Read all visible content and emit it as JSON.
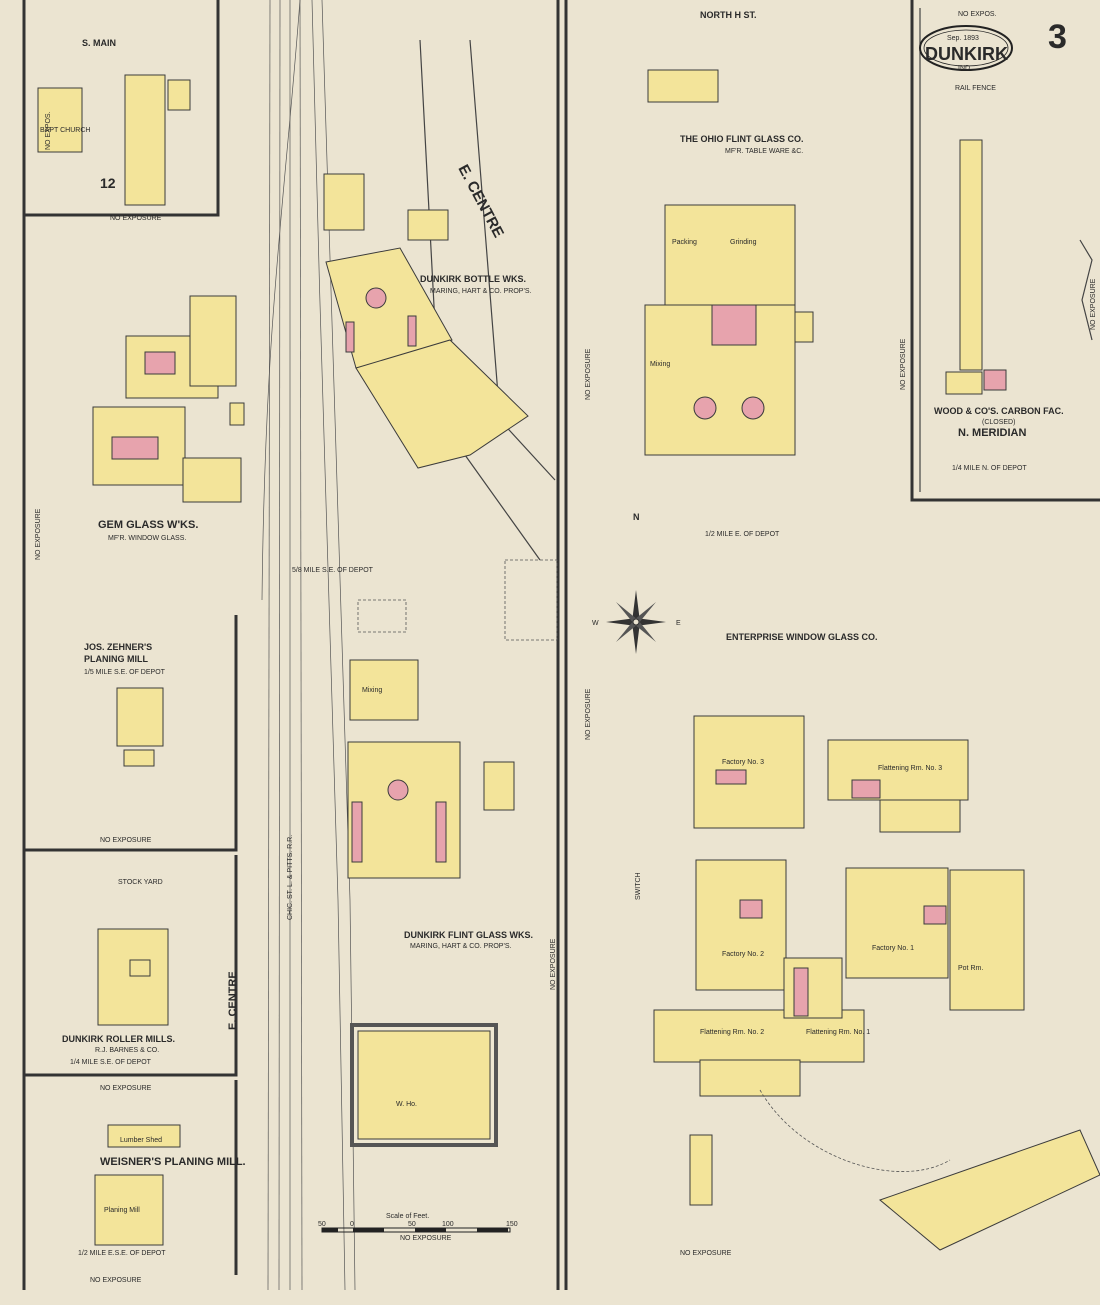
{
  "title_block": {
    "date": "Sep. 1893",
    "city": "DUNKIRK",
    "state": "IND.",
    "sheet_number": "3"
  },
  "streets": {
    "north_h": "NORTH H ST.",
    "s_main": "S. MAIN",
    "e_centre_top": "E. CENTRE",
    "e_centre_bottom": "E. CENTRE",
    "n_meridian": "N. MERIDIAN",
    "rail_fence": "RAIL FENCE",
    "rr_label": "CHIC. ST. L. & PITTS. R.R.",
    "switch": "SWITCH"
  },
  "buildings": {
    "bapt_church": "BAPT CHURCH",
    "block_number": "12",
    "gem_glass": "GEM GLASS W'KS.",
    "gem_glass_sub": "MF'R. WINDOW GLASS.",
    "dunkirk_bottle": "DUNKIRK BOTTLE WKS.",
    "dunkirk_bottle_sub": "MARING, HART & CO. PROP'S.",
    "ohio_flint": "THE OHIO FLINT GLASS CO.",
    "ohio_flint_sub": "MF'R. TABLE WARE &C.",
    "wood_carbon": "WOOD & CO'S. CARBON FAC.",
    "wood_carbon_sub": "(CLOSED)",
    "zehner": "JOS. ZEHNER'S",
    "zehner_2": "PLANING MILL",
    "dunkirk_roller": "DUNKIRK ROLLER MILLS.",
    "dunkirk_roller_sub": "R.J. BARNES & CO.",
    "dunkirk_flint": "DUNKIRK FLINT GLASS WKS.",
    "dunkirk_flint_sub": "MARING, HART & CO. PROP'S.",
    "enterprise": "ENTERPRISE WINDOW GLASS CO.",
    "weisner": "WEISNER'S PLANING MILL.",
    "factory_1": "Factory No. 1",
    "factory_2": "Factory No. 2",
    "factory_3": "Factory No. 3",
    "flattening_3": "Flattening Rm. No. 3",
    "flattening_2": "Flattening Rm. No. 2",
    "flattening_1": "Flattening Rm. No. 1",
    "pot_rm": "Pot Rm.",
    "packing": "Packing",
    "grinding": "Grinding",
    "mixing": "Mixing",
    "lumber_shed": "Lumber Shed",
    "planing_mill": "Planing Mill",
    "w_ho": "W. Ho.",
    "stock_yard": "STOCK YARD"
  },
  "distances": {
    "n_of_depot": "1/4 MILE N. OF DEPOT",
    "e_of_depot": "1/2 MILE E. OF DEPOT",
    "se_of_depot": "5/8 MILE S.E. OF DEPOT",
    "zehner_dist": "1/5 MILE S.E. OF DEPOT",
    "roller_dist": "1/4 MILE S.E. OF DEPOT",
    "weisner_dist": "1/2 MILE E.S.E. OF DEPOT"
  },
  "misc": {
    "no_exposure": "NO EXPOSURE",
    "no_expos": "NO EXPOS.",
    "scale_title": "Scale of Feet.",
    "scale_ticks": [
      "50",
      "0",
      "50",
      "100",
      "150"
    ],
    "compass_n": "N",
    "compass_e": "E",
    "compass_w": "W"
  },
  "colors": {
    "paper": "#e9e2cf",
    "frame": "#f3e49a",
    "brick": "#e7a3ad",
    "ink": "#2a2a2a"
  }
}
